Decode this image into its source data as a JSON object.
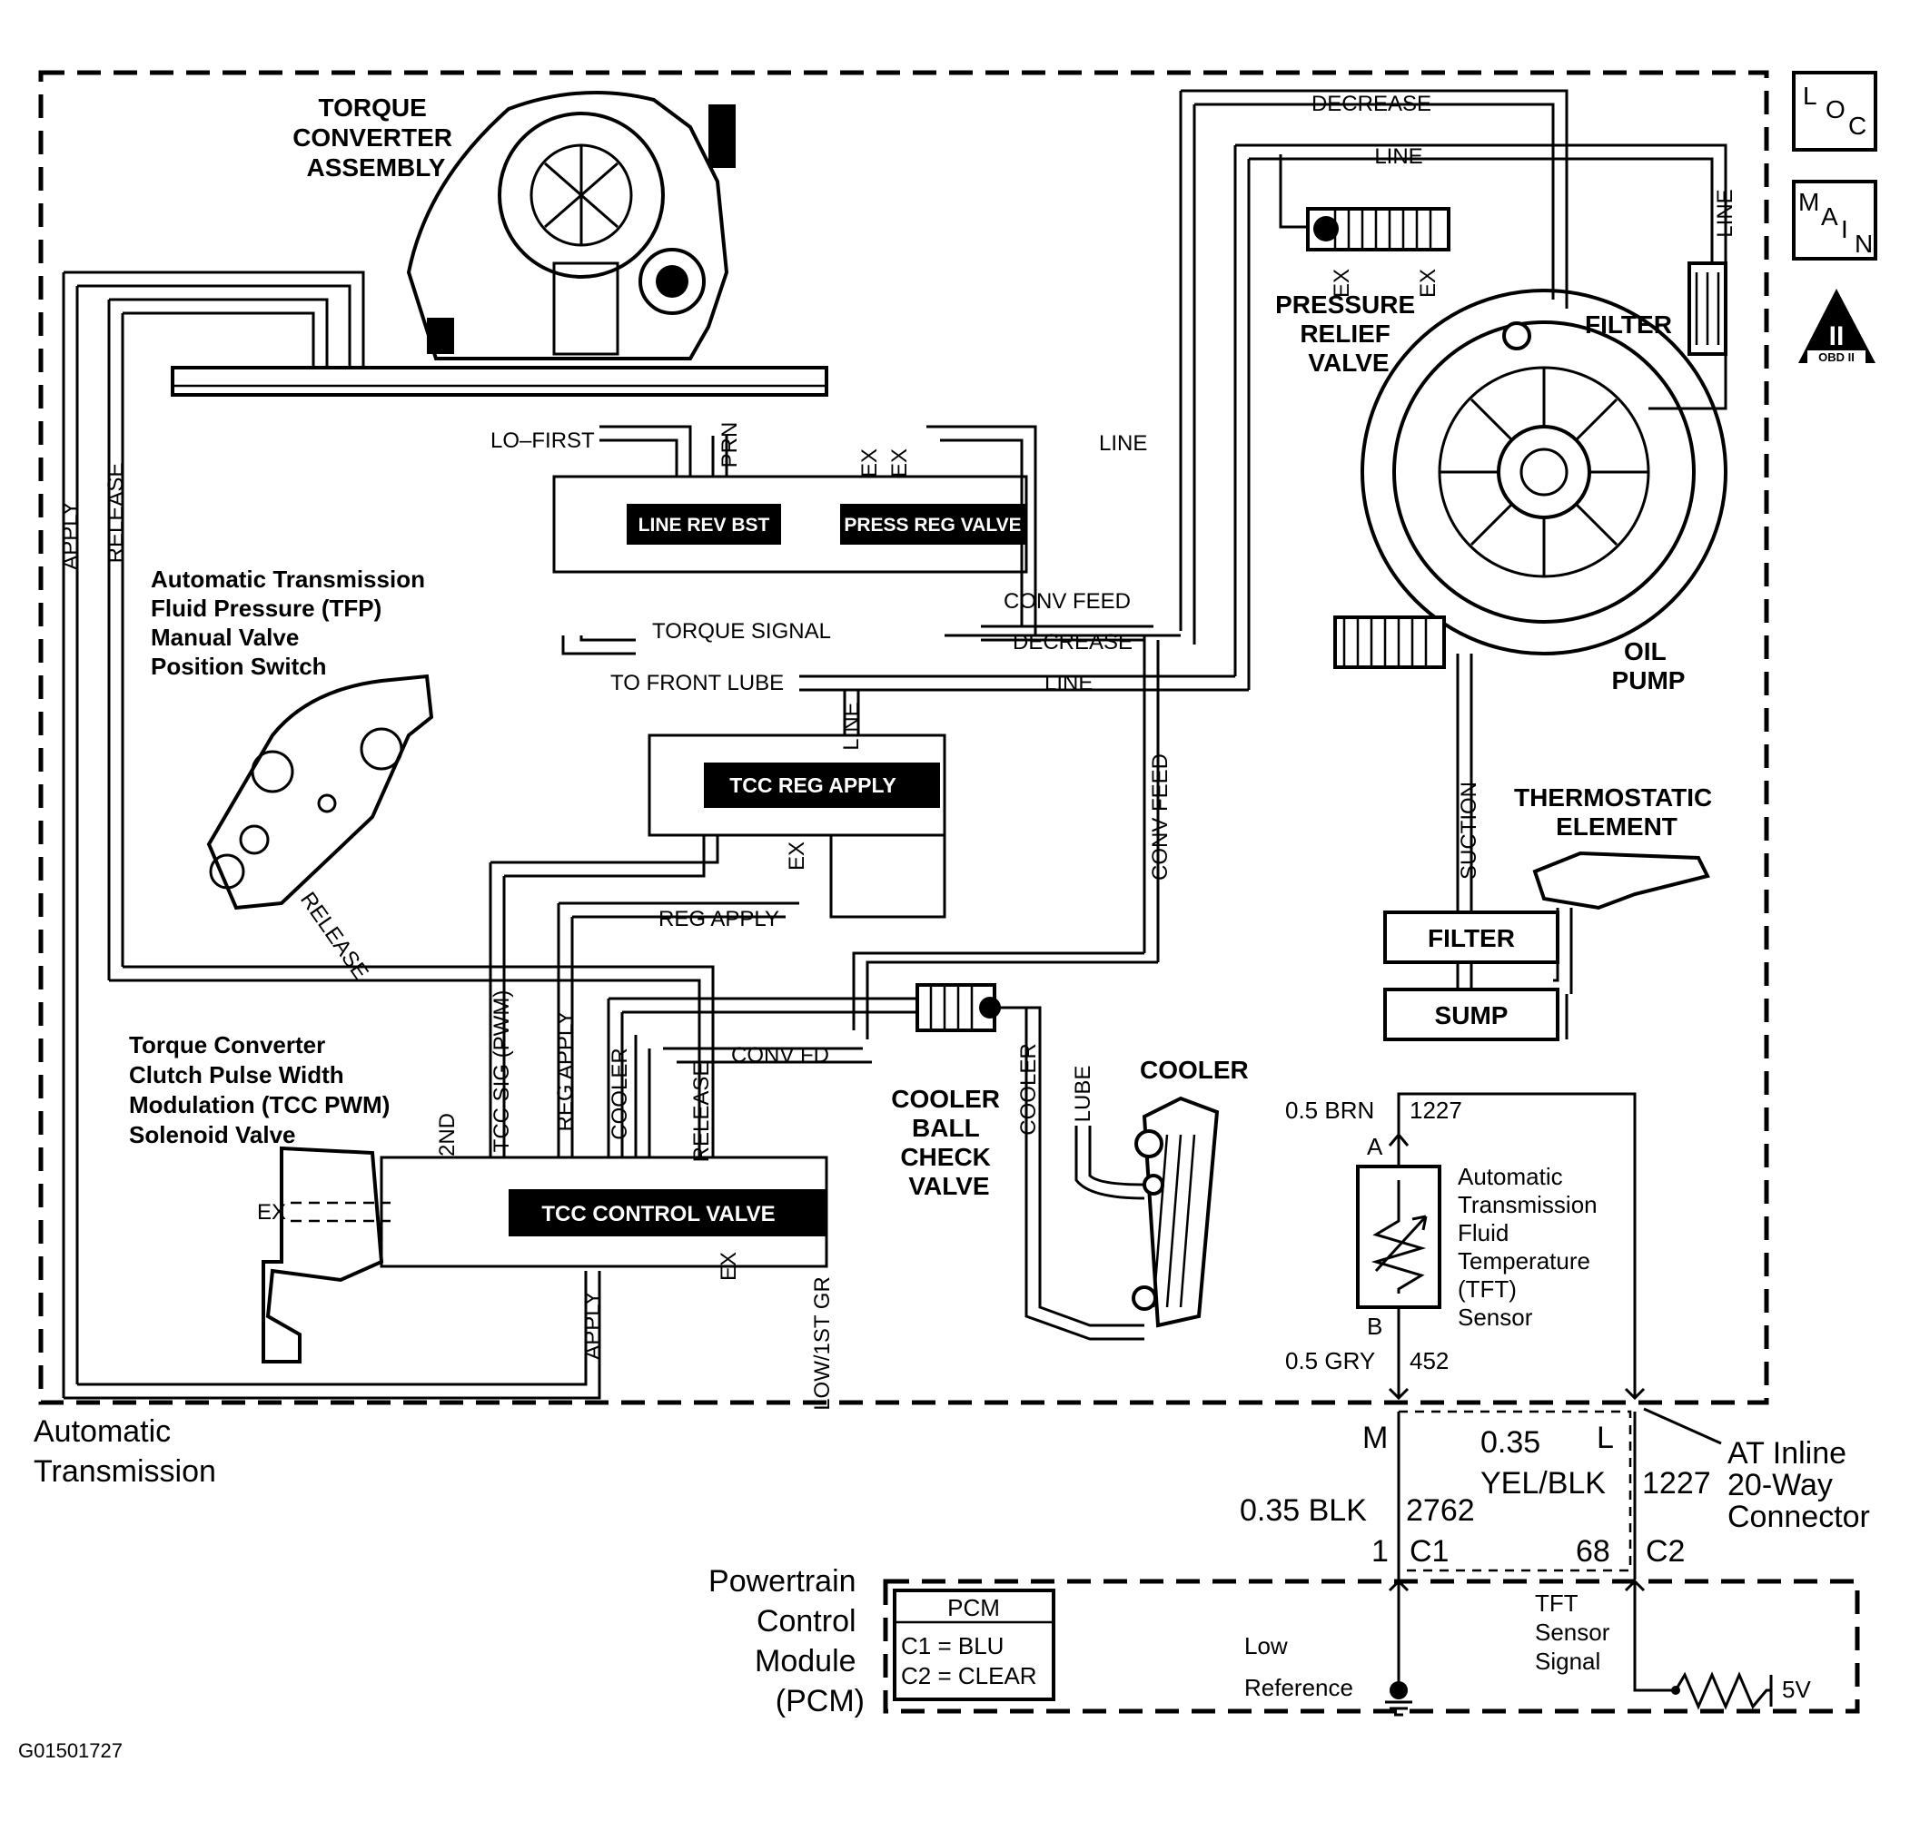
{
  "labels": {
    "torque_converter": [
      "TORQUE",
      "CONVERTER",
      "ASSEMBLY"
    ],
    "pressure_relief": [
      "PRESSURE",
      "RELIEF",
      "VALVE"
    ],
    "filter_top": "FILTER",
    "oil_pump": [
      "OIL",
      "PUMP"
    ],
    "thermostatic": [
      "THERMOSTATIC",
      "ELEMENT"
    ],
    "filter_box": "FILTER",
    "sump_box": "SUMP",
    "tfp_switch": [
      "Automatic Transmission",
      "Fluid Pressure (TFP)",
      "Manual Valve",
      "Position Switch"
    ],
    "tcc_pwm": [
      "Torque Converter",
      "Clutch Pulse Width",
      "Modulation (TCC PWM)",
      "Solenoid Valve"
    ],
    "cooler_ball": [
      "COOLER",
      "BALL",
      "CHECK",
      "VALVE"
    ],
    "cooler": "COOLER",
    "tft_sensor": [
      "Automatic",
      "Transmission",
      "Fluid",
      "Temperature",
      "(TFT)",
      "Sensor"
    ],
    "auto_trans": [
      "Automatic",
      "Transmission"
    ],
    "inline_connector": [
      "AT Inline",
      "20-Way",
      "Connector"
    ],
    "pcm_label": [
      "Powertrain",
      "Control",
      "Module",
      "(PCM)"
    ],
    "figure_id": "G01501727"
  },
  "passages": {
    "decrease": "DECREASE",
    "line": "LINE",
    "ex": "EX",
    "lo_first": "LO–FIRST",
    "prn": "PRN",
    "torque_signal": "TORQUE SIGNAL",
    "conv_feed": "CONV FEED",
    "to_front_lube": "TO FRONT LUBE",
    "apply": "APPLY",
    "release": "RELEASE",
    "reg_apply": "REG APPLY",
    "conv_fd": "CONV FD",
    "tcc_sig": "TCC SIG (PWM)",
    "cooler": "COOLER",
    "second": "2ND",
    "low_1st": "LOW/1ST GR",
    "suction": "SUCTION",
    "lube": "LUBE"
  },
  "valves": {
    "line_rev_bst": "LINE REV BST",
    "press_reg": "PRESS REG VALVE",
    "tcc_reg_apply": "TCC REG APPLY",
    "tcc_control": "TCC CONTROL VALVE"
  },
  "wiring": {
    "pin_a": "A",
    "pin_b": "B",
    "brn_gauge": "0.5 BRN",
    "brn_circuit": "1227",
    "gry_gauge": "0.5 GRY",
    "gry_circuit": "452",
    "pin_m": "M",
    "pin_l": "L",
    "yel_gauge": "0.35",
    "yel_color": "YEL/BLK",
    "yel_circuit": "1227",
    "blk": "0.35 BLK",
    "blk_circuit": "2762",
    "pin_1": "1",
    "c1": "C1",
    "pin_68": "68",
    "c2": "C2",
    "low_ref": [
      "Low",
      "Reference"
    ],
    "tft_signal": [
      "TFT",
      "Sensor",
      "Signal"
    ],
    "five_v": "5V"
  },
  "pcm_table": {
    "header": "PCM",
    "rows": [
      "C1 = BLU",
      "C2 = CLEAR"
    ]
  },
  "icons": {
    "loc": [
      "L",
      "O",
      "C"
    ],
    "main": [
      "M",
      "A",
      "I",
      "N"
    ],
    "obd_numeral": "II",
    "obd_text": "OBD II"
  }
}
